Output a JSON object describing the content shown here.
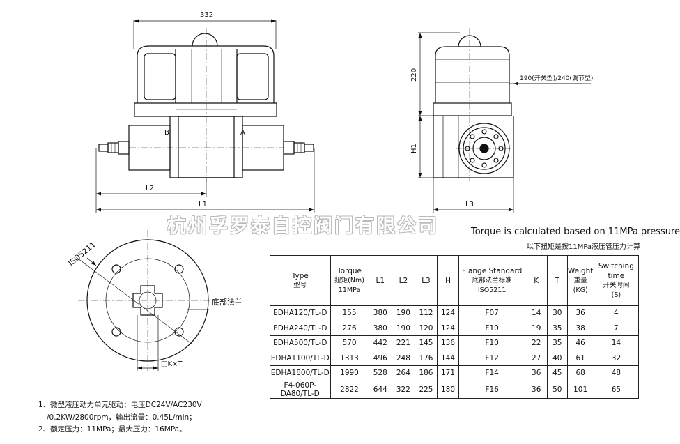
{
  "dimensions": {
    "width_332": "332",
    "a_label": "A",
    "b_label": "B",
    "l1": "L1",
    "l2": "L2",
    "l3": "L3",
    "h1": "H1",
    "h220": "220",
    "width_190_240": "190(开关型)/240(调节型)",
    "iso": "ISO5211",
    "bottom_flange": "底部法兰",
    "key": "□K×T"
  },
  "watermark": "杭州孚罗泰自控阀门有限公司",
  "torque_note": {
    "en": "Torque is calculated based on 11MPa pressure",
    "cn": "以下扭矩是按11MPa液压管压力计算"
  },
  "table": {
    "headers": [
      {
        "main": "Type",
        "sub": "型号"
      },
      {
        "main": "Torque",
        "sub": "扭矩(Nm)",
        "sub2": "11MPa"
      },
      {
        "main": "L1"
      },
      {
        "main": "L2"
      },
      {
        "main": "L3"
      },
      {
        "main": "H"
      },
      {
        "main": "Flange Standard",
        "sub": "底部法兰标准",
        "sub2": "ISO5211"
      },
      {
        "main": "K"
      },
      {
        "main": "T"
      },
      {
        "main": "Weight",
        "sub": "重量",
        "sub2": "(KG)"
      },
      {
        "main": "Switching time",
        "sub": "开关时间",
        "sub2": "(S)"
      }
    ],
    "rows": [
      [
        "EDHA120/TL-D",
        "155",
        "380",
        "190",
        "112",
        "124",
        "F07",
        "14",
        "30",
        "36",
        "4"
      ],
      [
        "EDHA240/TL-D",
        "276",
        "380",
        "190",
        "120",
        "124",
        "F10",
        "19",
        "35",
        "38",
        "7"
      ],
      [
        "EDHA500/TL-D",
        "570",
        "442",
        "221",
        "145",
        "136",
        "F10",
        "22",
        "35",
        "46",
        "14"
      ],
      [
        "EDHA1100/TL-D",
        "1313",
        "496",
        "248",
        "176",
        "144",
        "F12",
        "27",
        "40",
        "61",
        "32"
      ],
      [
        "EDHA1800/TL-D",
        "1990",
        "528",
        "264",
        "186",
        "171",
        "F14",
        "36",
        "45",
        "68",
        "48"
      ],
      [
        "F4-060P-DA80/TL-D",
        "2822",
        "644",
        "322",
        "225",
        "180",
        "F16",
        "36",
        "50",
        "101",
        "65"
      ]
    ]
  },
  "notes": [
    "1、微型液压动力单元驱动：电压DC24V/AC230V",
    "/0.2KW/2800rpm，输出流量：0.45L/min；",
    "2、额定压力：11MPa；最大压力：16MPa。"
  ]
}
